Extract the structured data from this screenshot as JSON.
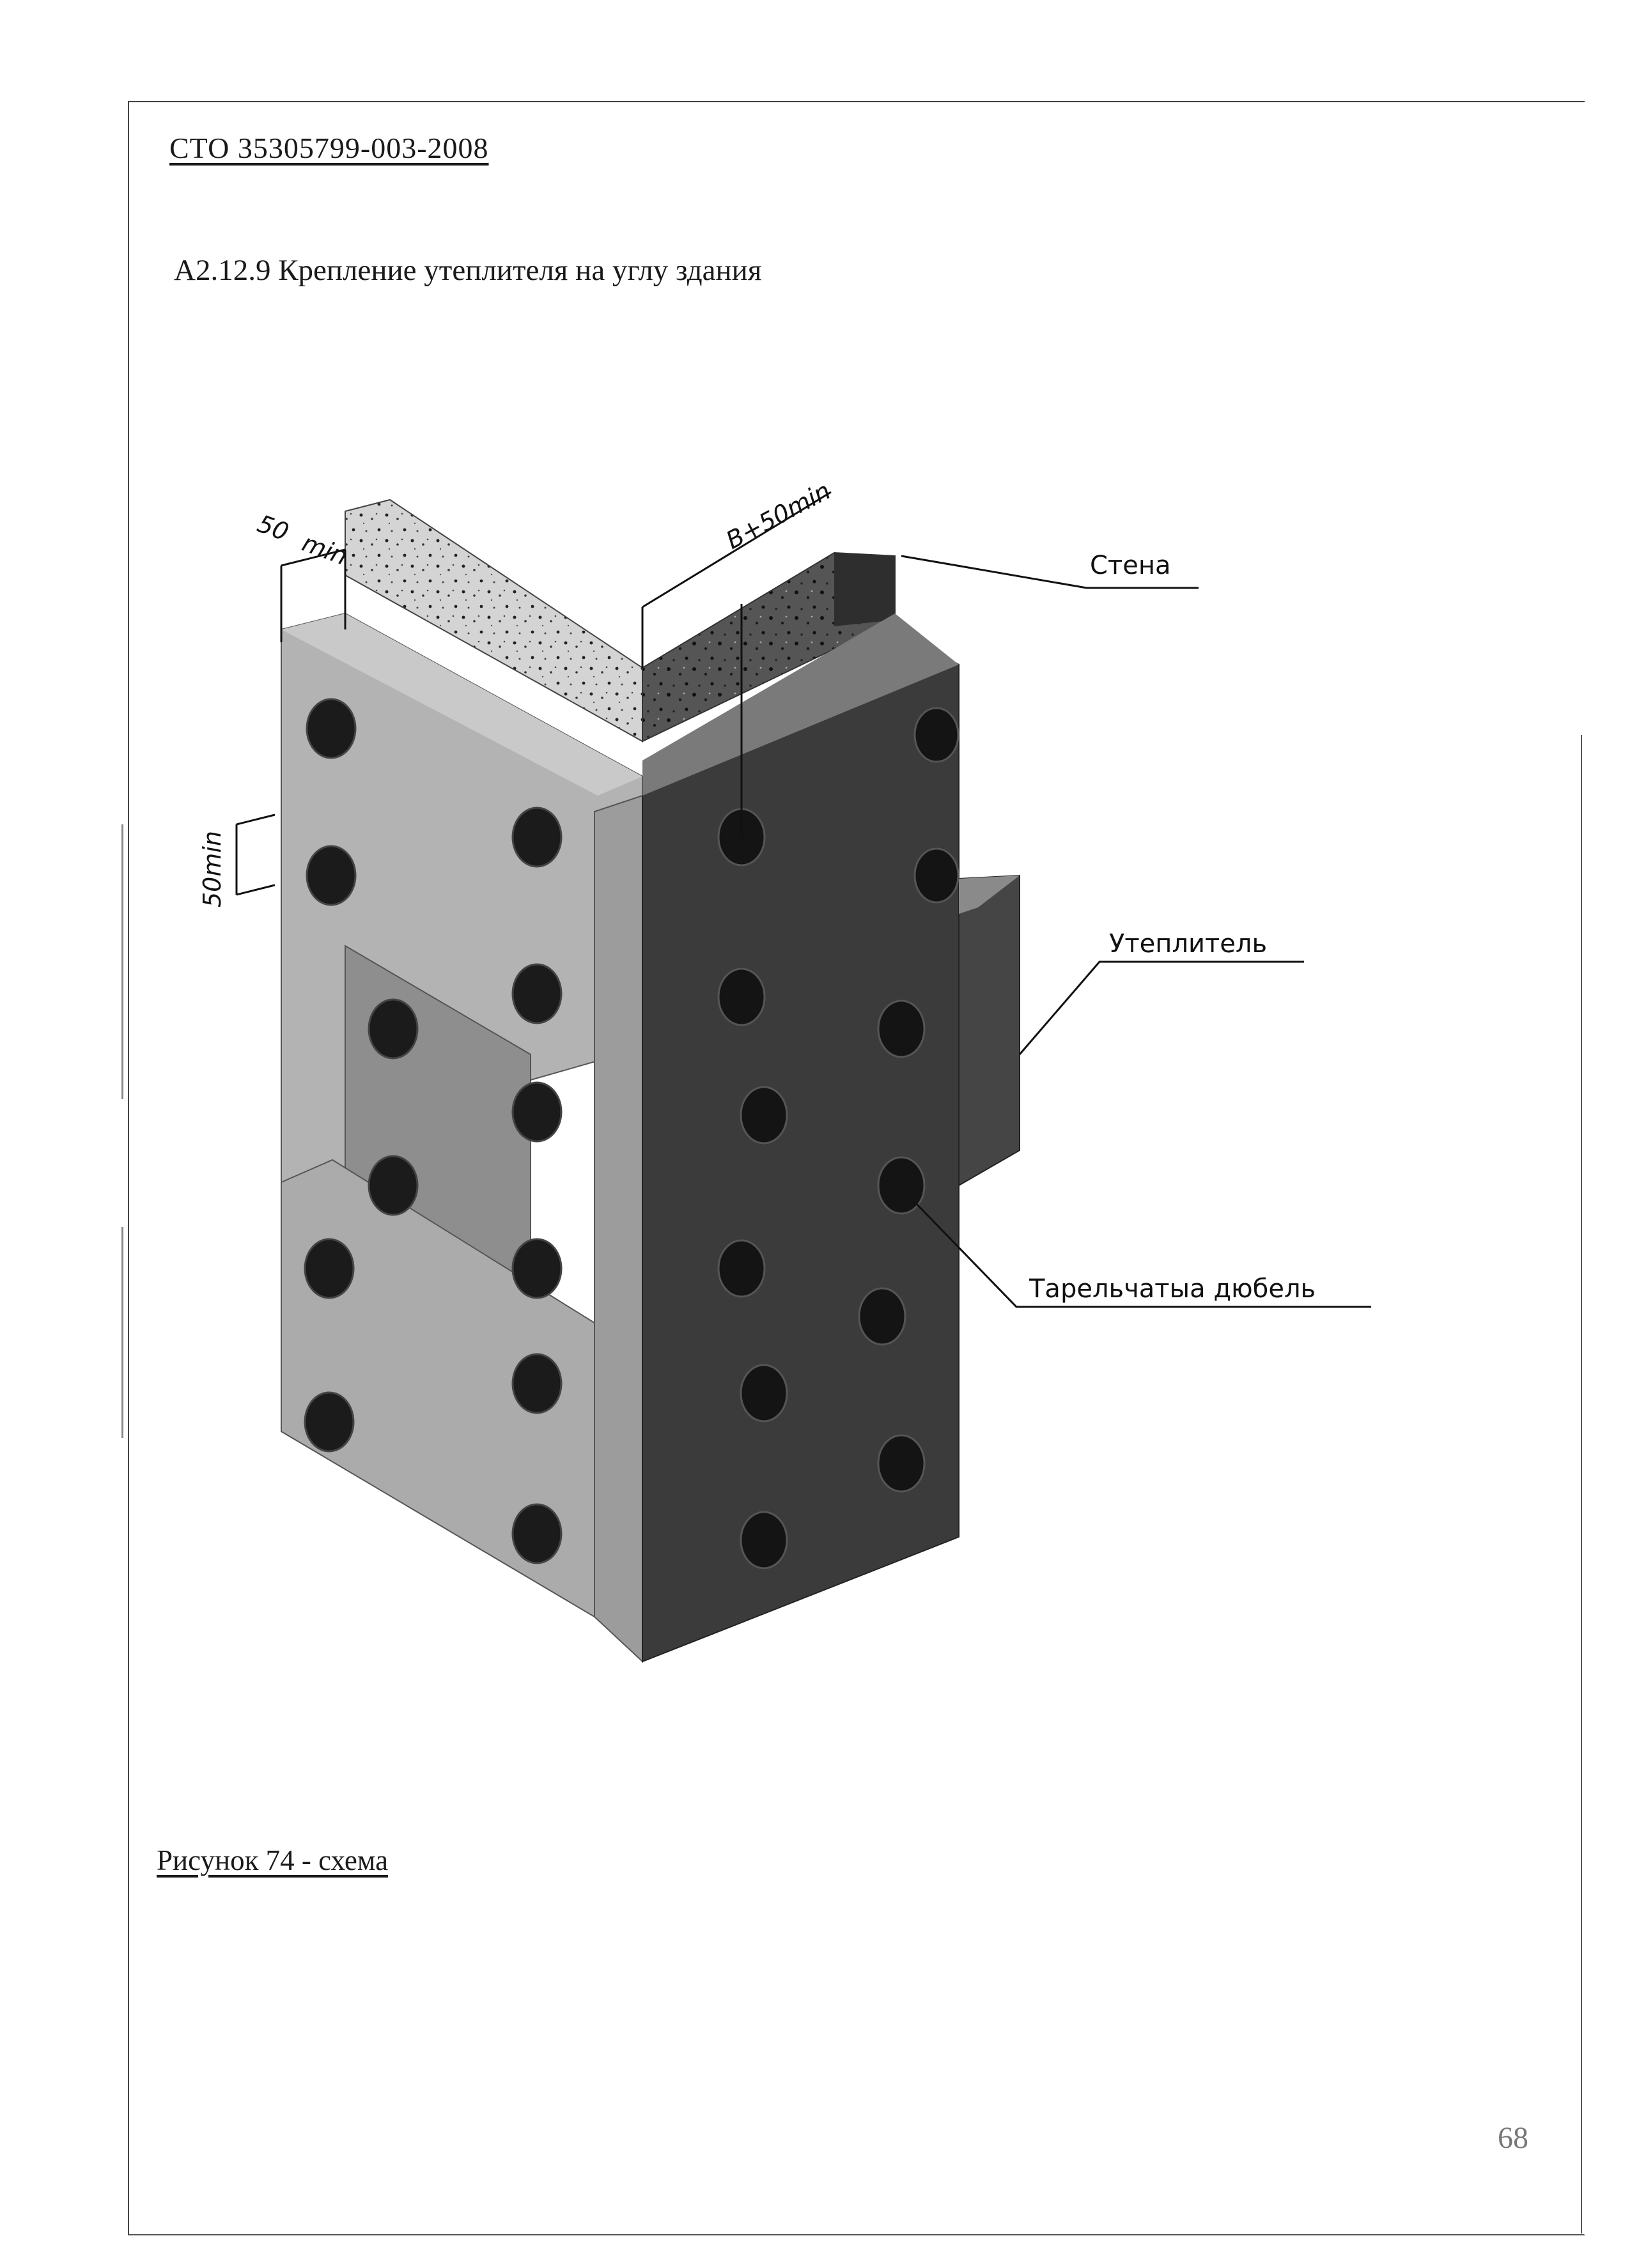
{
  "header": {
    "doc_code": "СТО 35305799-003-2008"
  },
  "section": {
    "heading": "А2.12.9 Крепление утеплителя на углу здания"
  },
  "figure": {
    "labels": {
      "wall": "Стена",
      "insulation": "Утеплитель",
      "dowel": "Тарельчатыа дюбель"
    },
    "dimensions": {
      "top_offset_value": "50",
      "top_offset_unit": "min",
      "corner_offset": "B+50min",
      "side_offset": "50min"
    },
    "colors": {
      "light_face": "#b2b2b2",
      "mid_face": "#8f8f8f",
      "dark_face": "#3a3a3a",
      "wall_top": "#cfcfcf",
      "dowel": "#1b1b1b"
    }
  },
  "caption": "Рисунок 74 - схема",
  "footer": {
    "page_number": "68"
  }
}
